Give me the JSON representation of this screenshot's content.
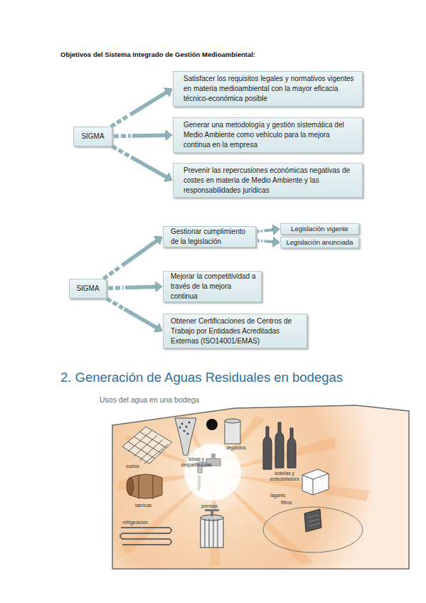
{
  "diagram": {
    "title": "Objetivos del Sistema Integrado de Gestión Medioambiental:",
    "nodes": [
      {
        "text": [
          "SIGMA"
        ]
      },
      {
        "text": [
          "Satisfacer los requisitos legales y normativos vigentes en materia medioambiental con la mayor eficacia técnico-económica posible"
        ]
      },
      {
        "text": [
          "Generar una metodología y gestión sistemática del Medio Ambiente como vehículo para la mejora continua en la empresa"
        ]
      },
      {
        "text": [
          "Prevenir las repercusiones económicas negativas de costes en materia de Medio Ambiente y las responsabilidades jurídicas"
        ]
      },
      {
        "text": [
          "SIGMA"
        ]
      },
      {
        "text": [
          "Gestionar cumplimiento de la legislación"
        ]
      },
      {
        "text": [
          "Legislación vigente"
        ]
      },
      {
        "text": [
          "Legislación anunciada"
        ]
      },
      {
        "text": [
          "Mejorar la competitividad a través de la mejora continua"
        ]
      },
      {
        "text": [
          "Obtener Certificaciones de Centros de Trabajo por Entidades Acreditadas Externas (ISO14001/EMAS)"
        ]
      }
    ],
    "edges": [
      {
        "from": 0,
        "to": 1,
        "arrow": "to"
      },
      {
        "from": 0,
        "to": 2,
        "arrow": "to"
      },
      {
        "from": 0,
        "to": 3,
        "arrow": "to"
      },
      {
        "from": 4,
        "to": 5,
        "arrow": "to"
      },
      {
        "from": 4,
        "to": 8,
        "arrow": "to"
      },
      {
        "from": 4,
        "to": 9,
        "arrow": "to"
      },
      {
        "from": 5,
        "to": 6,
        "arrow": "to"
      },
      {
        "from": 5,
        "to": 7,
        "arrow": "to"
      }
    ],
    "labels": [
      "2. Generación de Aguas Residuales en bodegas",
      "Usos del agua en una bodega",
      "suelos",
      "tolvas y despalilladoras",
      "depósitos",
      "botellas y embotelladora",
      "lagares",
      "barricas",
      "refrigeración",
      "prensas",
      "filtros"
    ]
  }
}
